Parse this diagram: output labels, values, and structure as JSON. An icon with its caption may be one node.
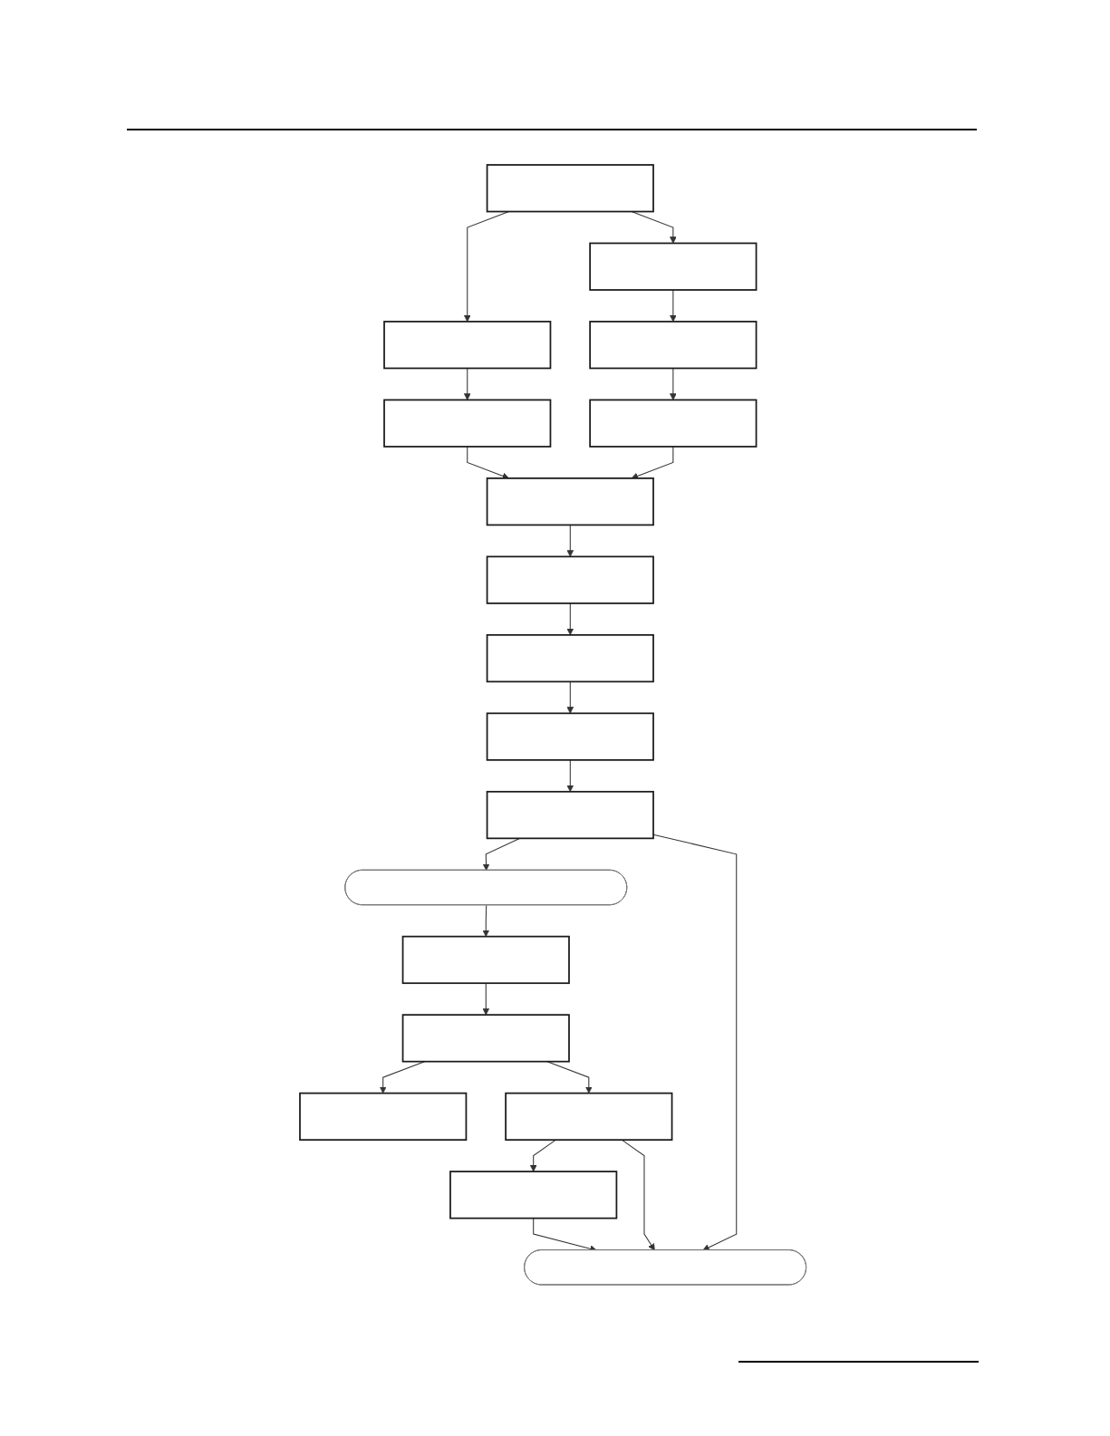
{
  "diagram": {
    "nodes": [
      {
        "text": [],
        "shape": "box"
      },
      {
        "text": [],
        "shape": "box"
      },
      {
        "text": [],
        "shape": "box"
      },
      {
        "text": [],
        "shape": "box"
      },
      {
        "text": [],
        "shape": "box"
      },
      {
        "text": [],
        "shape": "box"
      },
      {
        "text": [],
        "shape": "box"
      },
      {
        "text": [],
        "shape": "box"
      },
      {
        "text": [],
        "shape": "box"
      },
      {
        "text": [],
        "shape": "box"
      },
      {
        "text": [],
        "shape": "box"
      },
      {
        "text": [],
        "shape": "stadium"
      },
      {
        "text": [],
        "shape": "box"
      },
      {
        "text": [],
        "shape": "box"
      },
      {
        "text": [],
        "shape": "box"
      },
      {
        "text": [],
        "shape": "box"
      },
      {
        "text": [],
        "shape": "box"
      },
      {
        "text": [],
        "shape": "stadium"
      }
    ],
    "edges": [
      {
        "from": 0,
        "to": 1,
        "arrow": "to"
      },
      {
        "from": 0,
        "to": 2,
        "arrow": "to"
      },
      {
        "from": 1,
        "to": 3,
        "arrow": "to"
      },
      {
        "from": 2,
        "to": 4,
        "arrow": "to"
      },
      {
        "from": 3,
        "to": 5,
        "arrow": "to"
      },
      {
        "from": 4,
        "to": 6,
        "arrow": "to"
      },
      {
        "from": 6,
        "to": 5,
        "arrow": "to"
      },
      {
        "from": 5,
        "to": 7,
        "arrow": "to"
      },
      {
        "from": 7,
        "to": 8,
        "arrow": "to"
      },
      {
        "from": 8,
        "to": 10,
        "arrow": "to"
      },
      {
        "from": 10,
        "to": 9,
        "arrow": "to"
      },
      {
        "from": 9,
        "to": 11,
        "arrow": "to"
      },
      {
        "from": 9,
        "to": 17,
        "arrow": "to"
      },
      {
        "from": 11,
        "to": 12,
        "arrow": "to"
      },
      {
        "from": 12,
        "to": 13,
        "arrow": "to"
      },
      {
        "from": 13,
        "to": 14,
        "arrow": "to"
      },
      {
        "from": 13,
        "to": 15,
        "arrow": "to"
      },
      {
        "from": 15,
        "to": 16,
        "arrow": "to"
      },
      {
        "from": 15,
        "to": 17,
        "arrow": "to"
      },
      {
        "from": 16,
        "to": 17,
        "arrow": "to"
      }
    ]
  }
}
